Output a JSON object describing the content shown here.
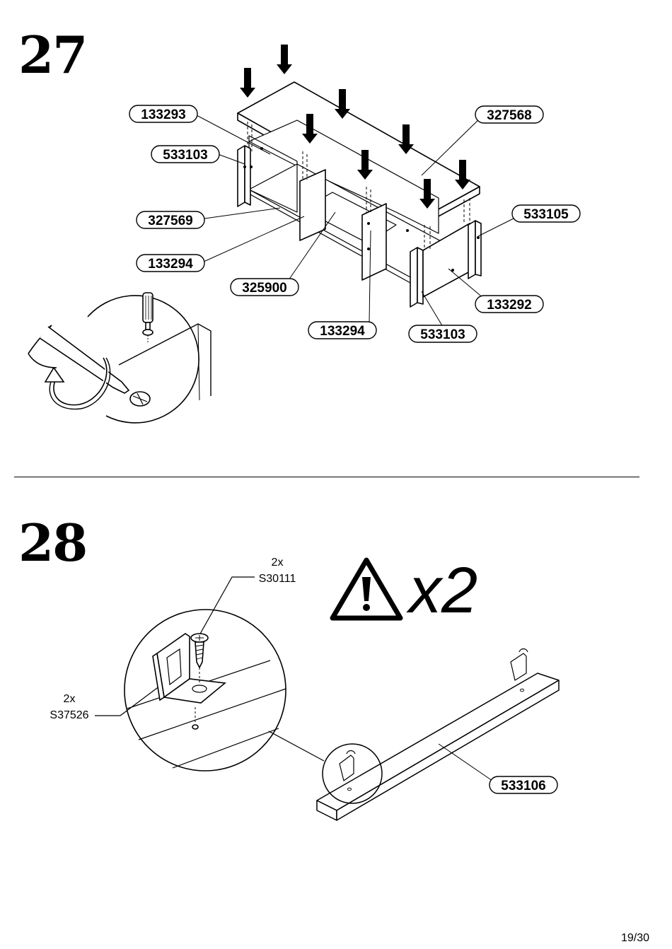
{
  "step27": {
    "number": "27",
    "labels": {
      "l133293": "133293",
      "l533103a": "533103",
      "l327569": "327569",
      "l133294a": "133294",
      "l325900": "325900",
      "l133294b": "133294",
      "l533103b": "533103",
      "l133292": "133292",
      "l533105": "533105",
      "l327568": "327568"
    }
  },
  "step28": {
    "number": "28",
    "screw_qty": "2x",
    "screw_code": "S30111",
    "bracket_qty": "2x",
    "bracket_code": "S37526",
    "warning_multiplier": "x2",
    "part_label": "533106"
  },
  "page_number": "19/30",
  "icons": [
    "arrow-down-icon",
    "screwdriver-icon",
    "warning-icon",
    "screw-icon",
    "bracket-icon"
  ]
}
